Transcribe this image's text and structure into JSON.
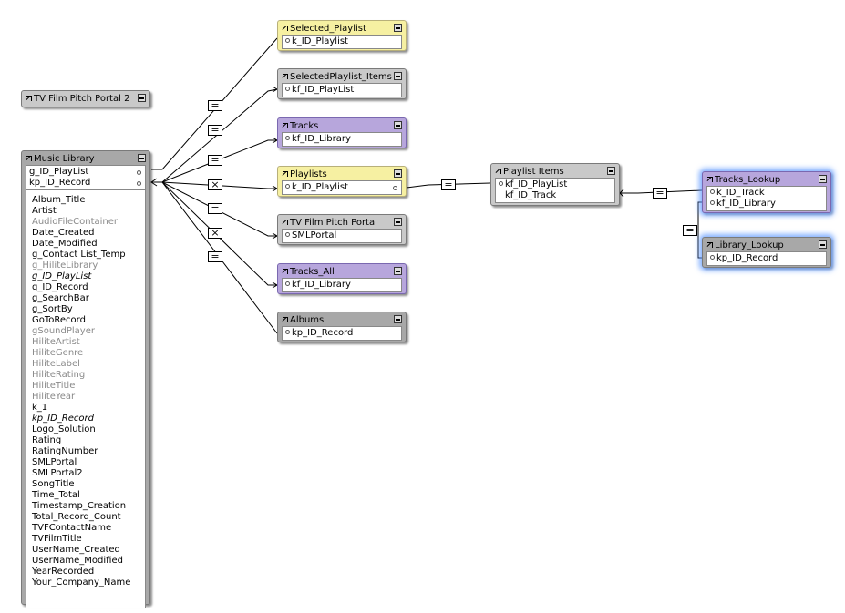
{
  "tables": {
    "tv_film_pitch_portal_2": {
      "title": "TV Film Pitch Portal 2"
    },
    "music_library": {
      "title": "Music Library",
      "keys": [
        "g_ID_PlayList",
        "kp_ID_Record"
      ],
      "fields": [
        {
          "name": "Album_Title",
          "style": "normal"
        },
        {
          "name": "Artist",
          "style": "normal"
        },
        {
          "name": "AudioFileContainer",
          "style": "grey"
        },
        {
          "name": "Date_Created",
          "style": "normal"
        },
        {
          "name": "Date_Modified",
          "style": "normal"
        },
        {
          "name": "g_Contact List_Temp",
          "style": "normal"
        },
        {
          "name": "g_HiliteLibrary",
          "style": "grey"
        },
        {
          "name": "g_ID_PlayList",
          "style": "italic"
        },
        {
          "name": "g_ID_Record",
          "style": "normal"
        },
        {
          "name": "g_SearchBar",
          "style": "normal"
        },
        {
          "name": "g_SortBy",
          "style": "normal"
        },
        {
          "name": "GoToRecord",
          "style": "normal"
        },
        {
          "name": "gSoundPlayer",
          "style": "grey"
        },
        {
          "name": "HiliteArtist",
          "style": "grey"
        },
        {
          "name": "HiliteGenre",
          "style": "grey"
        },
        {
          "name": "HiliteLabel",
          "style": "grey"
        },
        {
          "name": "HiliteRating",
          "style": "grey"
        },
        {
          "name": "HiliteTitle",
          "style": "grey"
        },
        {
          "name": "HiliteYear",
          "style": "grey"
        },
        {
          "name": "k_1",
          "style": "normal"
        },
        {
          "name": "kp_ID_Record",
          "style": "italic"
        },
        {
          "name": "Logo_Solution",
          "style": "normal"
        },
        {
          "name": "Rating",
          "style": "normal"
        },
        {
          "name": "RatingNumber",
          "style": "normal"
        },
        {
          "name": "SMLPortal",
          "style": "normal"
        },
        {
          "name": "SMLPortal2",
          "style": "normal"
        },
        {
          "name": "SongTitle",
          "style": "normal"
        },
        {
          "name": "Time_Total",
          "style": "normal"
        },
        {
          "name": "Timestamp_Creation",
          "style": "normal"
        },
        {
          "name": "Total_Record_Count",
          "style": "normal"
        },
        {
          "name": "TVFContactName",
          "style": "normal"
        },
        {
          "name": "TVFilmTitle",
          "style": "normal"
        },
        {
          "name": "UserName_Created",
          "style": "normal"
        },
        {
          "name": "UserName_Modified",
          "style": "normal"
        },
        {
          "name": "YearRecorded",
          "style": "normal"
        },
        {
          "name": "Your_Company_Name",
          "style": "normal"
        }
      ]
    },
    "selected_playlist": {
      "title": "Selected_Playlist",
      "keys": [
        "k_ID_Playlist"
      ]
    },
    "selectedplaylist_items": {
      "title": "SelectedPlaylist_Items",
      "keys": [
        "kf_ID_PlayList"
      ]
    },
    "tracks": {
      "title": "Tracks",
      "keys": [
        "kf_ID_Library"
      ]
    },
    "playlists": {
      "title": "Playlists",
      "keys": [
        "k_ID_Playlist"
      ]
    },
    "tv_film_pitch_portal": {
      "title": "TV Film Pitch Portal",
      "keys": [
        "SMLPortal"
      ]
    },
    "tracks_all": {
      "title": "Tracks_All",
      "keys": [
        "kf_ID_Library"
      ]
    },
    "albums": {
      "title": "Albums",
      "keys": [
        "kp_ID_Record"
      ]
    },
    "playlist_items": {
      "title": "Playlist Items",
      "keys": [
        "kf_ID_PlayList",
        "kf_ID_Track"
      ]
    },
    "tracks_lookup": {
      "title": "Tracks_Lookup",
      "keys": [
        "k_ID_Track",
        "kf_ID_Library"
      ]
    },
    "library_lookup": {
      "title": "Library_Lookup",
      "keys": [
        "kp_ID_Record"
      ]
    }
  },
  "operators": {
    "equals": "=",
    "cartesian": "×"
  },
  "colors": {
    "yellow": "#f6f0a2",
    "purple": "#b7a6dc",
    "grey": "#c9c9c9",
    "dark_grey": "#a8a8a8",
    "selection_glow": "#5a96ff"
  }
}
